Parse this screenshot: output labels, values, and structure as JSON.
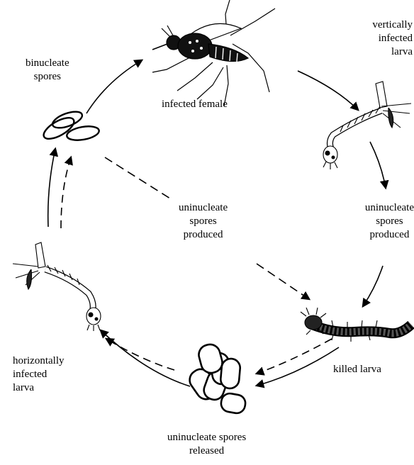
{
  "labels": {
    "binucleate_spores": [
      "binucleate",
      "spores"
    ],
    "infected_female": "infected female",
    "vertically_infected_larva": [
      "vertically",
      "infected",
      "larva"
    ],
    "uninucleate_produced_center": [
      "uninucleate",
      "spores",
      "produced"
    ],
    "uninucleate_produced_right": [
      "uninucleate",
      "spores",
      "produced"
    ],
    "horizontally_infected_larva": [
      "horizontally",
      "infected",
      "larva"
    ],
    "killed_larva": "killed larva",
    "uninucleate_released": [
      "uninucleate spores",
      "released"
    ]
  },
  "icons": {
    "mosquito": "mosquito-icon",
    "larva": "larva-icon",
    "killed_larva": "dead-larva-icon",
    "binucleate": "binucleate-spores-icon",
    "uninucleate": "uninucleate-spores-icon"
  }
}
